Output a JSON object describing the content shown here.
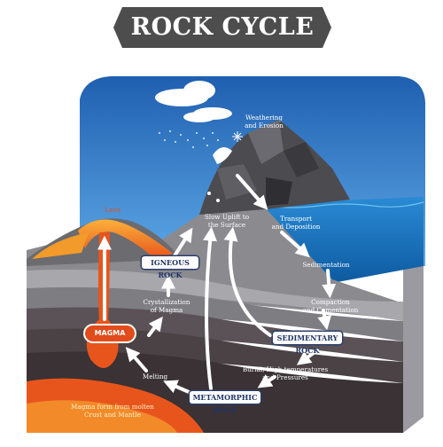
{
  "title": "ROCK CYCLE",
  "labels": {
    "weathering": "Weathering\nand Erosion",
    "transport": "Transport\nand Deposition",
    "sedimentation": "Sedimentation",
    "compaction": "Compaction\nand Cementation",
    "burial": "Burial, High temperatures\nand Pressures",
    "melting": "Melting",
    "crystallization": "Crystallization\nof Magma",
    "uplift": "Slow Uplift to\nthe Surface",
    "lava": "Lava",
    "magma_origin": "Magma form from molten\nCrust and Mantle"
  },
  "rock_types": {
    "igneous": "IGNEOUS ROCK",
    "sedimentary": "SEDIMENTARY ROCK",
    "metamorphic": "METAMORPHIC ROCK",
    "magma": "MAGMA"
  },
  "colors": {
    "sky": "#2f76c5",
    "ocean": "#1670b8",
    "magma": "#e24c1c",
    "lava": "#f4a020",
    "title_banner": "#4d4d4d",
    "rock_label_text": "#1f3566"
  }
}
